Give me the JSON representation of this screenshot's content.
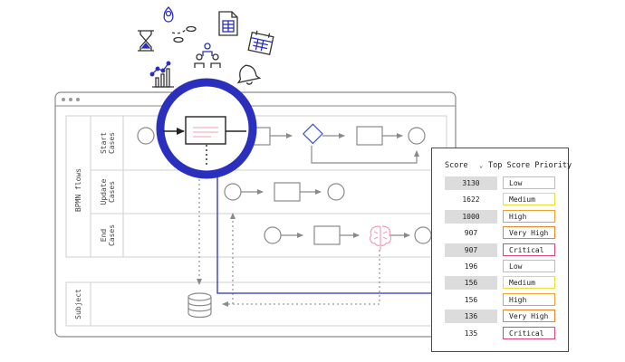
{
  "lanes": {
    "start": "Start\nCases",
    "update": "Update\nCases",
    "end": "End\nCases",
    "group": "BPMN flows",
    "subject": "Subject"
  },
  "colors": {
    "accent_blue": "#2a2fbd",
    "low": "#bdbdbd",
    "medium": "#e8de3c",
    "high": "#f0a030",
    "very_high": "#e8842c",
    "critical": "#e0457a",
    "brain": "#f2a0b4"
  },
  "icons": [
    "hourglass-icon",
    "location-pin-icon",
    "document-icon",
    "calendar-icon",
    "team-icon",
    "chart-icon",
    "bell-icon",
    "database-icon",
    "brain-icon"
  ],
  "table": {
    "header_score": "Score",
    "header_top": "Top Score",
    "header_priority": "Priority",
    "rows": [
      {
        "score": "3130",
        "priority": "Low",
        "level": "low",
        "shaded": true
      },
      {
        "score": "1622",
        "priority": "Medium",
        "level": "medium",
        "shaded": false
      },
      {
        "score": "1000",
        "priority": "High",
        "level": "high",
        "shaded": true
      },
      {
        "score": "907",
        "priority": "Very High",
        "level": "very_high",
        "shaded": false
      },
      {
        "score": "907",
        "priority": "Critical",
        "level": "critical",
        "shaded": true
      },
      {
        "score": "196",
        "priority": "Low",
        "level": "low",
        "shaded": false
      },
      {
        "score": "156",
        "priority": "Medium",
        "level": "medium",
        "shaded": true
      },
      {
        "score": "156",
        "priority": "High",
        "level": "high",
        "shaded": false
      },
      {
        "score": "136",
        "priority": "Very High",
        "level": "very_high",
        "shaded": true
      },
      {
        "score": "135",
        "priority": "Critical",
        "level": "critical",
        "shaded": false
      }
    ]
  }
}
